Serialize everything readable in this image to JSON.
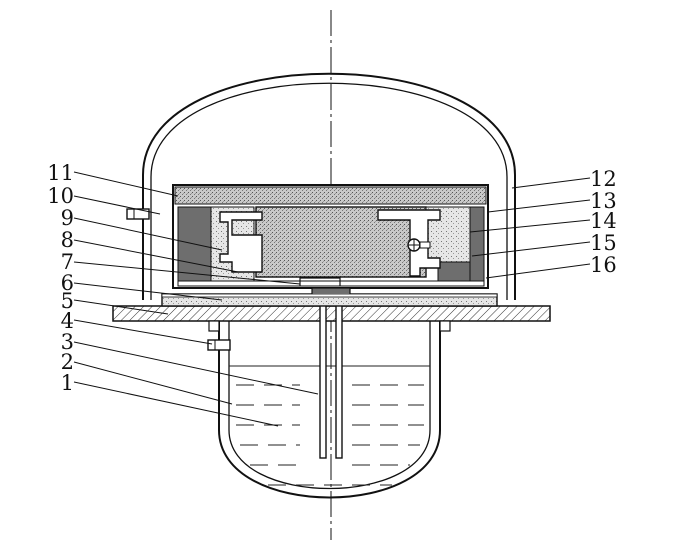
{
  "labels_left": [
    "11",
    "10",
    "9",
    "8",
    "7",
    "6",
    "5",
    "4",
    "3",
    "2",
    "1"
  ],
  "labels_right": [
    "12",
    "13",
    "14",
    "15",
    "16"
  ],
  "colors": {
    "line": "#111111",
    "stipple": "#9a9a9a",
    "dark_fill": "#6e6e6e",
    "hatch": "#333333",
    "background": "#ffffff"
  }
}
